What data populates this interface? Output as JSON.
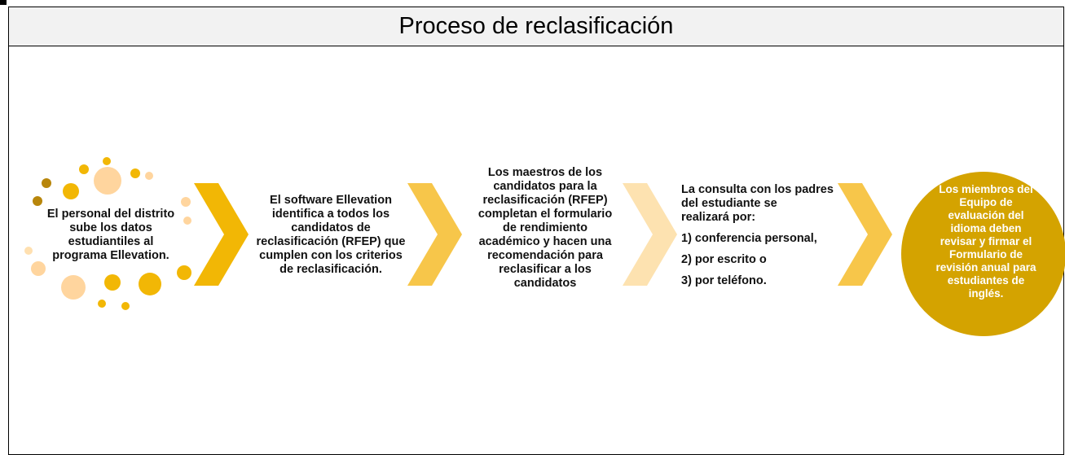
{
  "title": "Proceso de reclasificación",
  "colors": {
    "chevron_dark": "#f2b705",
    "chevron_mid": "#f7c64a",
    "chevron_light": "#fde2b0",
    "circle": "#d4a300",
    "dot_palette": [
      "#f2b705",
      "#ffd59e",
      "#b8860b",
      "#ffe0b0"
    ]
  },
  "steps": [
    {
      "lines": [
        "El personal del distrito",
        "sube los datos",
        "estudiantiles al",
        "programa Ellevation."
      ]
    },
    {
      "lines": [
        "El software Ellevation",
        "identifica a todos los",
        "candidatos de",
        "reclasificación (RFEP) que",
        "cumplen con los criterios",
        "de reclasificación."
      ]
    },
    {
      "lines": [
        "Los maestros de los",
        "candidatos para la",
        "reclasificación (RFEP)",
        "completan el formulario",
        "de rendimiento",
        "académico y hacen una",
        "recomendación para",
        "reclasificar a los",
        "candidatos"
      ]
    },
    {
      "intro_lines": [
        "La consulta con los padres",
        "del estudiante se",
        "realizará por:"
      ],
      "options": [
        "1) conferencia personal,",
        "2) por escrito o",
        "3) por teléfono."
      ]
    },
    {
      "lines": [
        "Los miembros del",
        "Equipo de",
        "evaluación del",
        "idioma deben",
        "revisar y firmar el",
        "Formulario de",
        "revisión anual para",
        "estudiantes de",
        "inglés."
      ]
    }
  ]
}
